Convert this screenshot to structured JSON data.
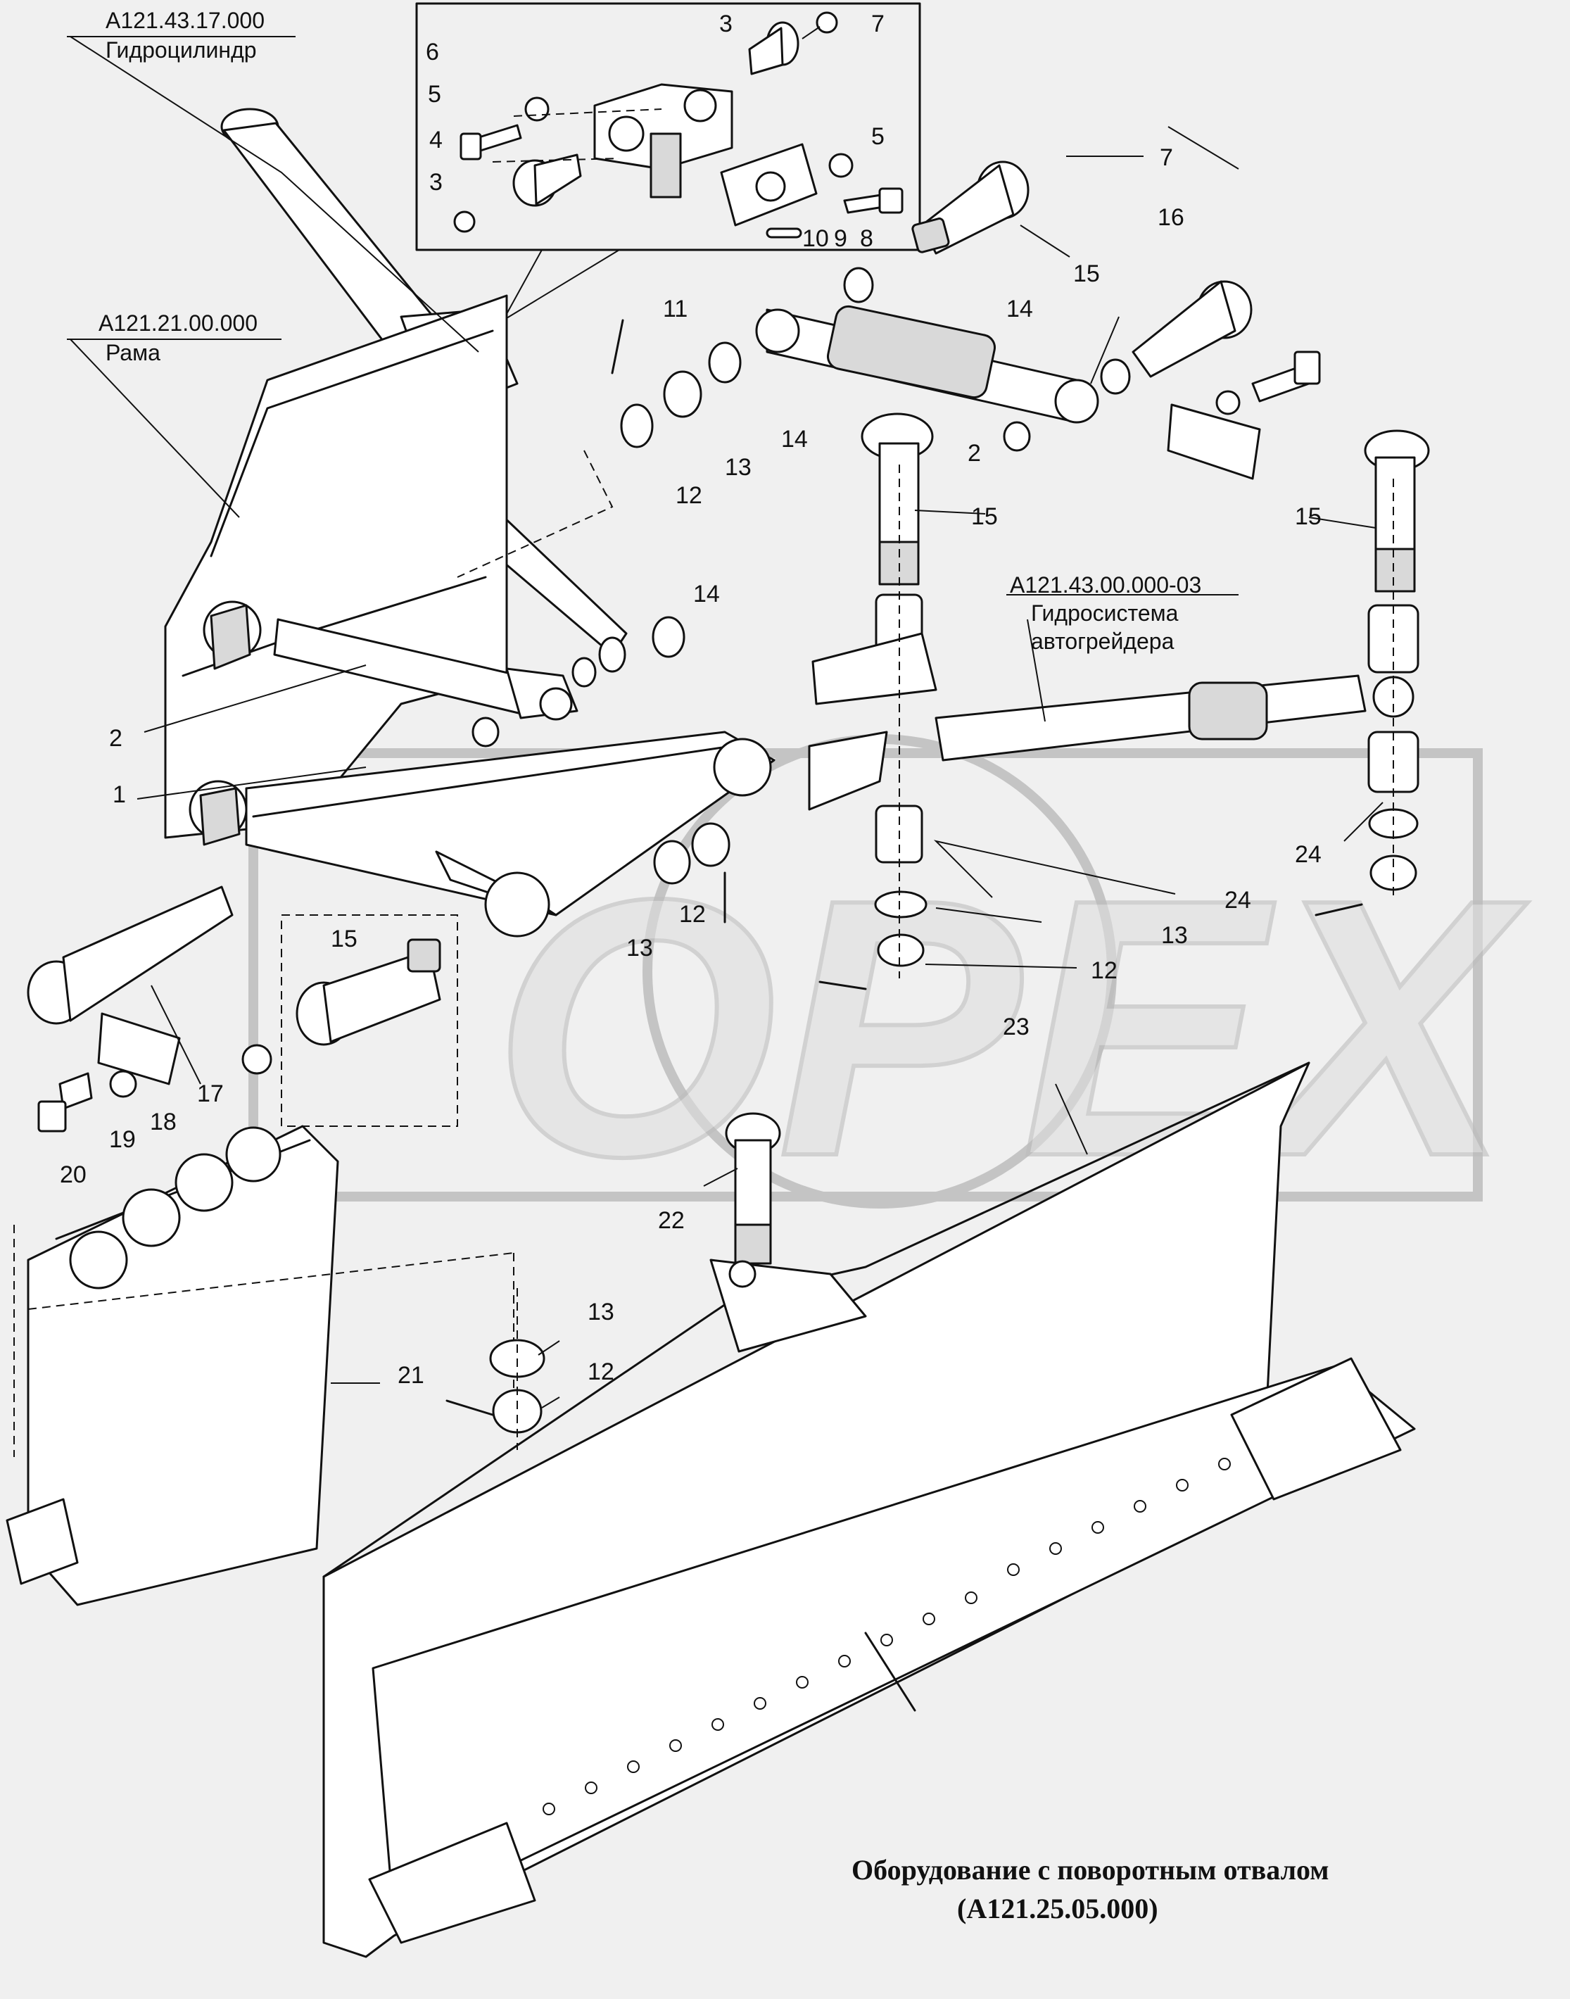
{
  "assemblies": [
    {
      "code": "А121.43.17.000",
      "name": "Гидроцилиндр"
    },
    {
      "code": "А121.21.00.000",
      "name": "Рама"
    },
    {
      "code": "А121.43.00.000-03",
      "name_line1": "Гидросистема",
      "name_line2": "автогрейдера"
    }
  ],
  "watermark": "OPEX",
  "callouts": [
    "1",
    "2",
    "3",
    "4",
    "5",
    "6",
    "7",
    "8",
    "9",
    "10",
    "11",
    "12",
    "13",
    "14",
    "15",
    "16",
    "17",
    "18",
    "19",
    "20",
    "21",
    "22",
    "23",
    "24"
  ],
  "title": {
    "line1": "Оборудование с поворотным отвалом",
    "line2": "(А121.25.05.000)"
  },
  "colors": {
    "background": "#f0f0f0",
    "lines": "#111111",
    "watermark": "#c4c4c4"
  }
}
